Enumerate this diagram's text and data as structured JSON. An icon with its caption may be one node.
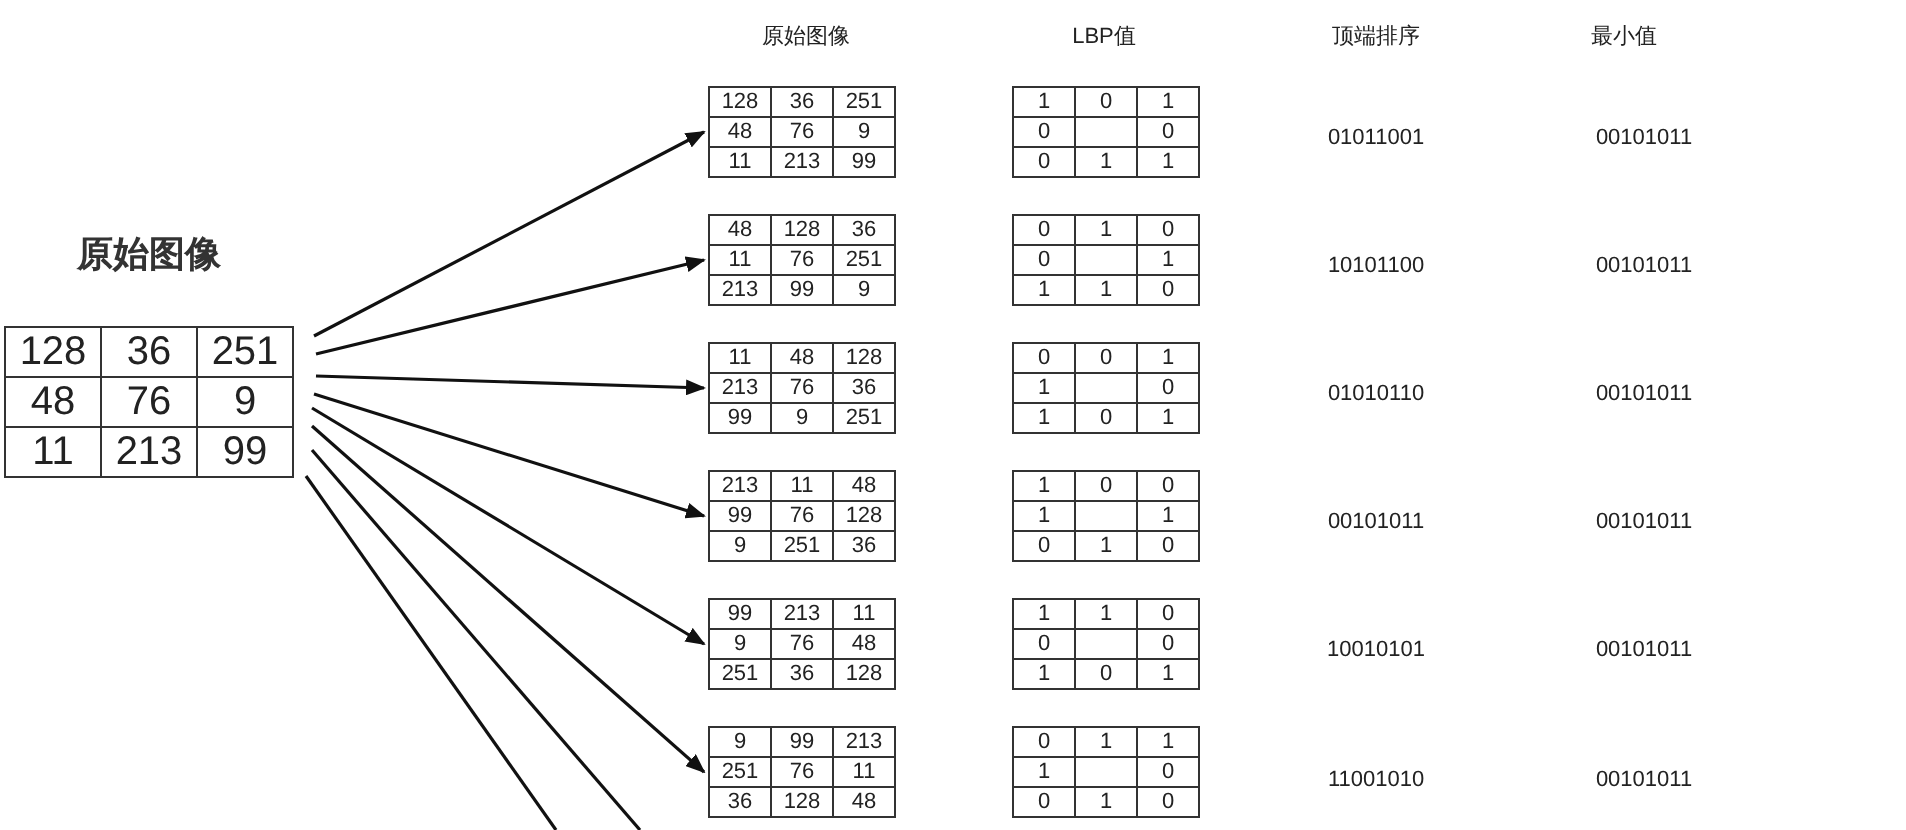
{
  "diagram": {
    "nodes": [
      {
        "text": [
          "原始图像",
          "128",
          "36",
          "251",
          "48",
          "76",
          "9",
          "11",
          "213",
          "99"
        ]
      },
      {
        "text": [
          "128",
          "36",
          "251",
          "48",
          "76",
          "9",
          "11",
          "213",
          "99"
        ]
      },
      {
        "text": [
          "48",
          "128",
          "36",
          "11",
          "76",
          "251",
          "213",
          "99",
          "9"
        ]
      },
      {
        "text": [
          "11",
          "48",
          "128",
          "213",
          "76",
          "36",
          "99",
          "9",
          "251"
        ]
      },
      {
        "text": [
          "213",
          "11",
          "48",
          "99",
          "76",
          "128",
          "9",
          "251",
          "36"
        ]
      },
      {
        "text": [
          "99",
          "213",
          "11",
          "9",
          "76",
          "48",
          "251",
          "36",
          "128"
        ]
      },
      {
        "text": [
          "9",
          "99",
          "213",
          "251",
          "76",
          "11",
          "36",
          "128",
          "48"
        ]
      },
      {
        "text": [
          "1",
          "0",
          "1",
          "0",
          "0",
          "0",
          "1",
          "1"
        ]
      },
      {
        "text": [
          "0",
          "1",
          "0",
          "0",
          "1",
          "1",
          "1",
          "0"
        ]
      },
      {
        "text": [
          "0",
          "0",
          "1",
          "1",
          "0",
          "1",
          "0",
          "1"
        ]
      },
      {
        "text": [
          "1",
          "0",
          "0",
          "1",
          "1",
          "0",
          "1",
          "0"
        ]
      },
      {
        "text": [
          "1",
          "1",
          "0",
          "0",
          "0",
          "1",
          "0",
          "1"
        ]
      },
      {
        "text": [
          "0",
          "1",
          "1",
          "1",
          "0",
          "0",
          "1",
          "0"
        ]
      }
    ],
    "edges": [
      {
        "from": 0,
        "to": 1,
        "arrow": "to"
      },
      {
        "from": 0,
        "to": 2,
        "arrow": "to"
      },
      {
        "from": 0,
        "to": 3,
        "arrow": "to"
      },
      {
        "from": 0,
        "to": 4,
        "arrow": "to"
      },
      {
        "from": 0,
        "to": 5,
        "arrow": "to"
      },
      {
        "from": 0,
        "to": 6,
        "arrow": "to"
      },
      {
        "from": 0,
        "to": null,
        "arrow": "none"
      },
      {
        "from": 0,
        "to": null,
        "arrow": "none"
      }
    ],
    "labels": [
      "原始图像",
      "LBP值",
      "顶端排序",
      "最小值",
      "01011001",
      "00101011",
      "10101100",
      "00101011",
      "01010110",
      "00101011",
      "00101011",
      "00101011",
      "10010101",
      "00101011",
      "11001010",
      "00101011"
    ]
  }
}
